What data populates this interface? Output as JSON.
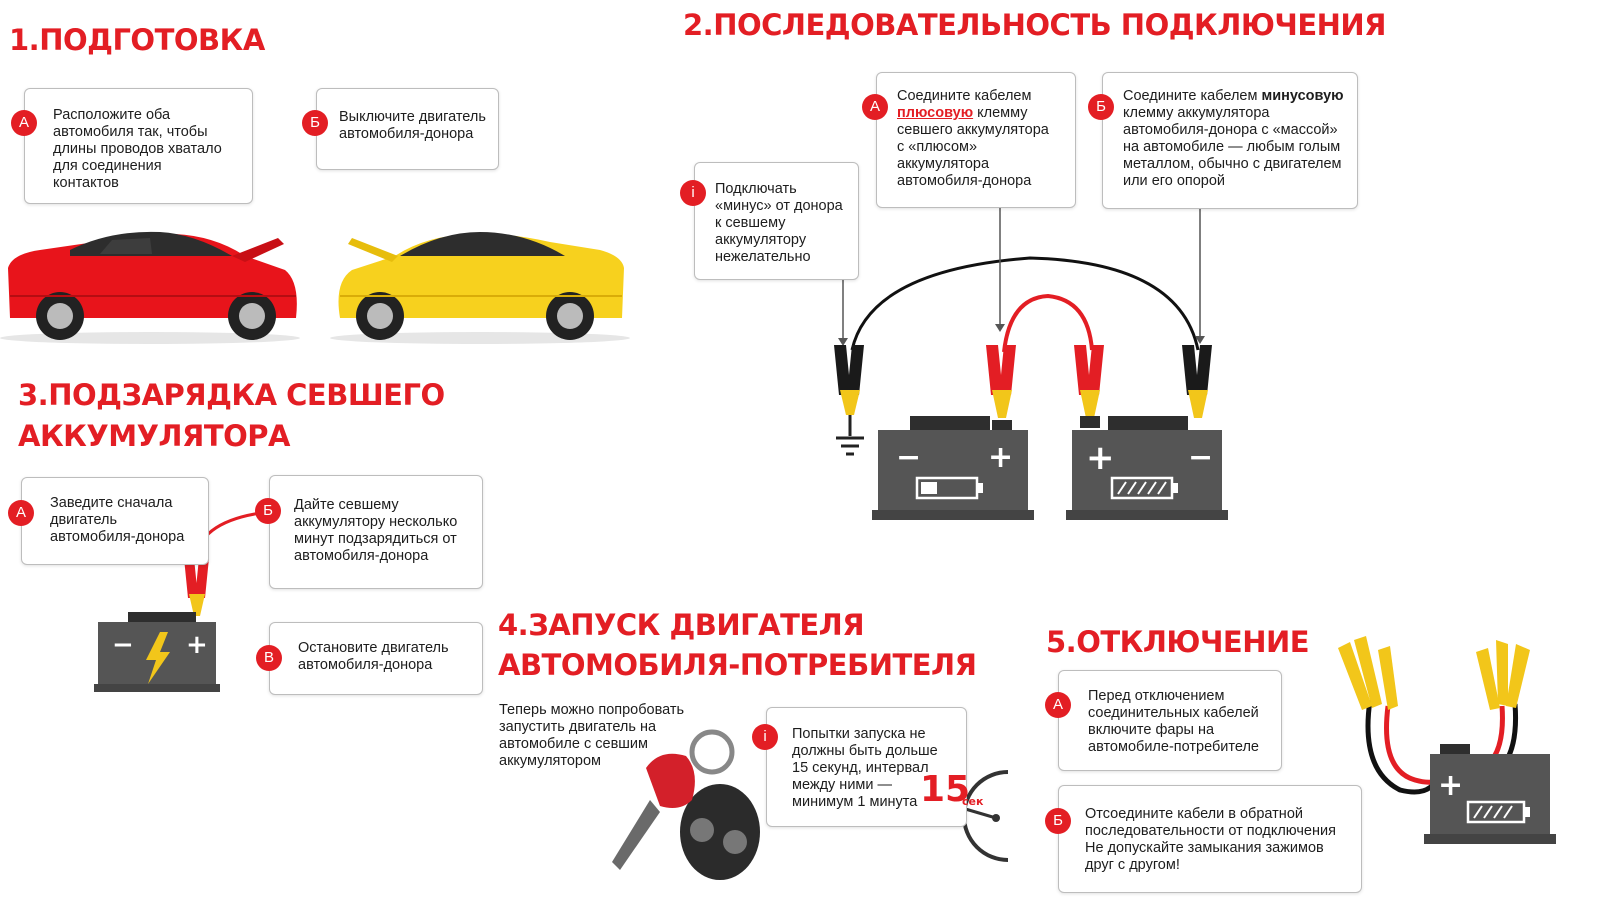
{
  "colors": {
    "accent": "#e31e24",
    "battery": "#555555",
    "car_red": "#e8141b",
    "car_yellow": "#f7d11e",
    "clamp_yellow": "#f2c61a"
  },
  "section1": {
    "title": "1.ПОДГОТОВКА",
    "step_a": {
      "badge": "А",
      "text": "Расположите оба\nавтомобиля так, чтобы\nдлины проводов хватало\nдля соединения\nконтактов"
    },
    "step_b": {
      "badge": "Б",
      "text": "Выключите двигатель\nавтомобиля-донора"
    }
  },
  "section2": {
    "title": "2.ПОСЛЕДОВАТЕЛЬНОСТЬ ПОДКЛЮЧЕНИЯ",
    "info": {
      "badge": "i",
      "text": "Подключать\n«минус» от донора\nк севшему\nаккумулятору\nнежелательно"
    },
    "step_a": {
      "badge": "А",
      "line1": "Соедините кабелем",
      "highlight": "плюсовую",
      "after_highlight": " клемму",
      "rest": "севшего аккумулятора\nс «плюсом»\nаккумулятора\nавтомобиля-донора"
    },
    "step_b": {
      "badge": "Б",
      "line1_prefix": "Соедините кабелем ",
      "bold_word": "минусовую",
      "rest": "клемму аккумулятора\nавтомобиля-донора с «массой»\nна автомобиле — любым голым\nметаллом, обычно с двигателем\nили его опорой"
    },
    "battery_left": {
      "minus": "−",
      "plus": "+"
    },
    "battery_right": {
      "plus": "+",
      "minus": "−"
    }
  },
  "section3": {
    "title_line1": "3.ПОДЗАРЯДКА СЕВШЕГО",
    "title_line2": "АККУМУЛЯТОРА",
    "step_a": {
      "badge": "А",
      "text": "Заведите сначала\nдвигатель\nавтомобиля-донора"
    },
    "step_b": {
      "badge": "Б",
      "text": "Дайте севшему\nаккумулятору несколько\nминут подзарядиться от\nавтомобиля-донора"
    },
    "step_c": {
      "badge": "В",
      "text": "Остановите двигатель\nавтомобиля-донора"
    },
    "battery": {
      "minus": "−",
      "plus": "+"
    }
  },
  "section4": {
    "title_line1": "4.ЗАПУСК ДВИГАТЕЛЯ",
    "title_line2": "АВТОМОБИЛЯ-ПОТРЕБИТЕЛЯ",
    "intro": "Теперь можно попробовать\nзапустить двигатель на\nавтомобиле с севшим\nаккумулятором",
    "info": {
      "badge": "i",
      "text": "Попытки запуска не\nдолжны быть дольше\n15 секунд, интервал\nмежду ними —\nминимум 1 минута"
    },
    "timer_value": "15",
    "timer_unit": "сек"
  },
  "section5": {
    "title": "5.ОТКЛЮЧЕНИЕ",
    "step_a": {
      "badge": "А",
      "text": "Перед отключением\nсоединительных кабелей\nвключите фары на\nавтомобиле-потребителе"
    },
    "step_b": {
      "badge": "Б",
      "text": "Отсоедините кабели в обратной\nпоследовательности от подключения\nНе допускайте замыкания зажимов\nдруг с другом!"
    },
    "battery": {
      "plus": "+"
    }
  }
}
